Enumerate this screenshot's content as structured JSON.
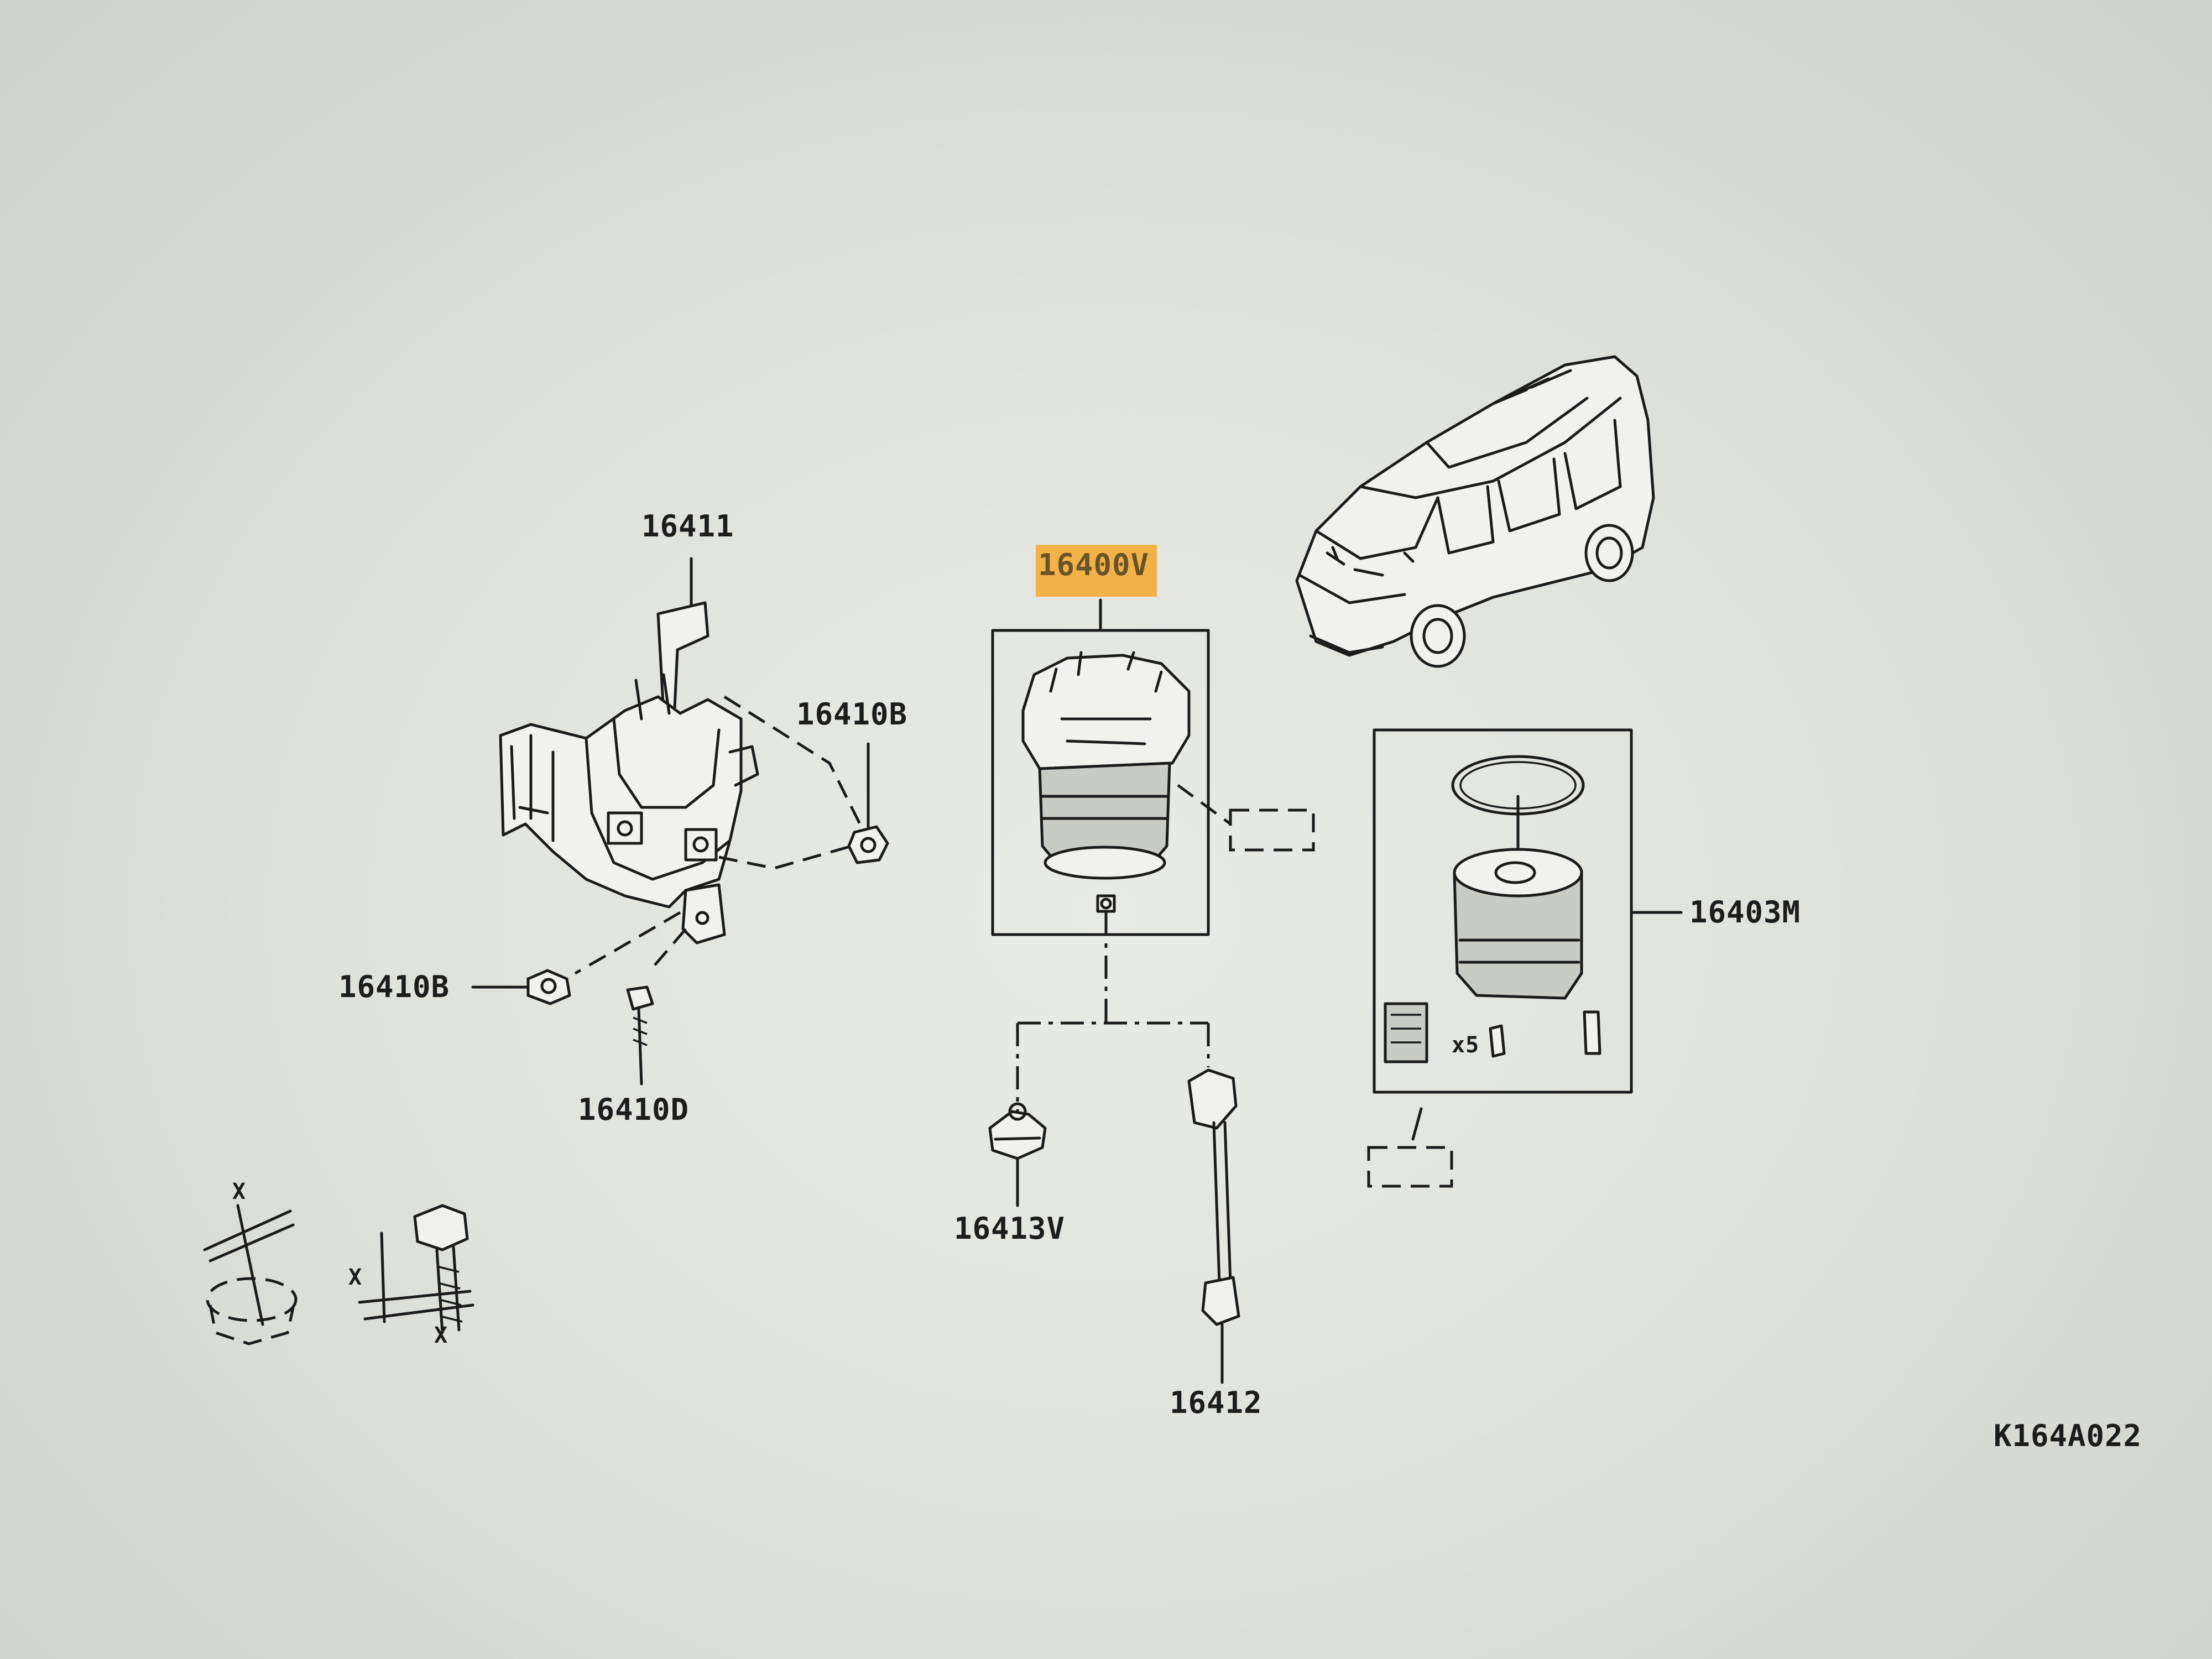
{
  "diagram": {
    "code": "K164A022",
    "callouts": [
      {
        "id": "part-16411",
        "text": "16411"
      },
      {
        "id": "part-16400v",
        "text": "16400V",
        "highlighted": true,
        "highlight_color": "#f2b24a"
      },
      {
        "id": "part-16410b-right",
        "text": "16410B"
      },
      {
        "id": "part-16410b-left",
        "text": "16410B"
      },
      {
        "id": "part-16410d",
        "text": "16410D"
      },
      {
        "id": "part-16403m",
        "text": "16403M"
      },
      {
        "id": "part-16413v",
        "text": "16413V"
      },
      {
        "id": "part-16412",
        "text": "16412"
      }
    ],
    "kit_contents": {
      "washer_qty": "x5"
    },
    "symbols": {
      "marker": "X"
    }
  }
}
